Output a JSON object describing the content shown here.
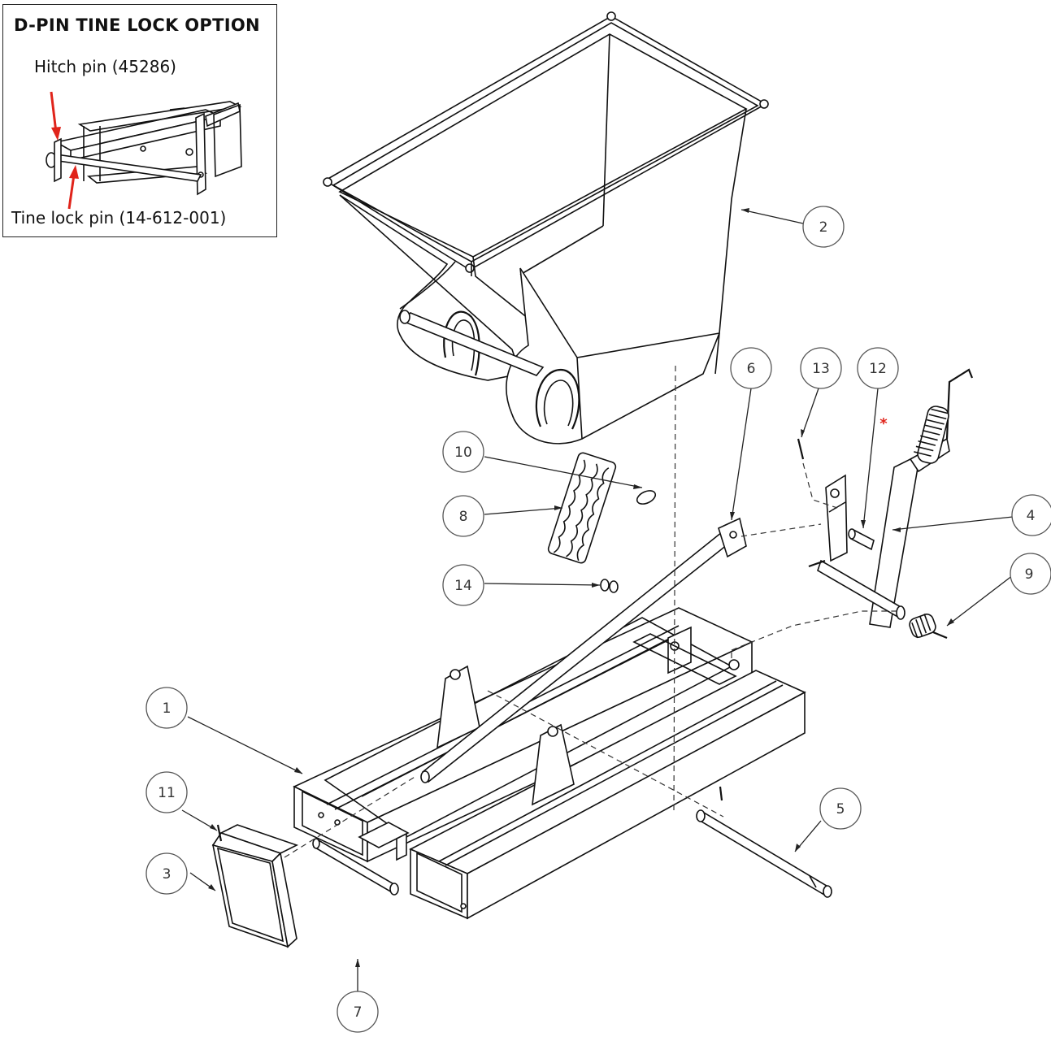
{
  "inset": {
    "title": "D-PIN TINE LOCK OPTION",
    "hitch_pin_label": "Hitch pin (45286)",
    "tine_lock_pin_label": "Tine lock pin (14-612-001)",
    "arrow_color": "#e0241b"
  },
  "callouts": [
    {
      "id": "c1",
      "label": "1"
    },
    {
      "id": "c2",
      "label": "2"
    },
    {
      "id": "c3",
      "label": "3"
    },
    {
      "id": "c4",
      "label": "4"
    },
    {
      "id": "c5",
      "label": "5"
    },
    {
      "id": "c6",
      "label": "6"
    },
    {
      "id": "c7",
      "label": "7"
    },
    {
      "id": "c8",
      "label": "8"
    },
    {
      "id": "c9",
      "label": "9"
    },
    {
      "id": "c10",
      "label": "10"
    },
    {
      "id": "c11",
      "label": "11"
    },
    {
      "id": "c12",
      "label": "12"
    },
    {
      "id": "c13",
      "label": "13"
    },
    {
      "id": "c14",
      "label": "14"
    }
  ],
  "asterisk": {
    "text": "*",
    "color": "#e0241b"
  }
}
